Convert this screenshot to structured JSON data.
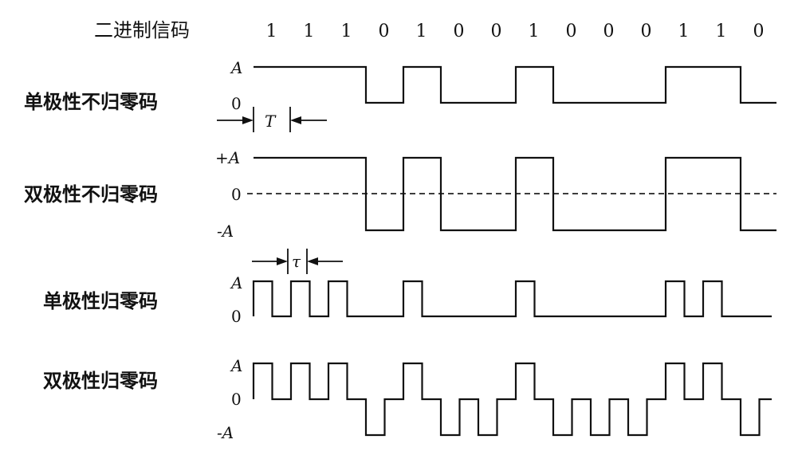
{
  "header": {
    "title": "二进制信码",
    "bits": [
      "1",
      "1",
      "1",
      "0",
      "1",
      "0",
      "0",
      "1",
      "0",
      "0",
      "0",
      "1",
      "1",
      "0"
    ]
  },
  "rows": [
    {
      "key": "unrz",
      "name": "单极性不归零码",
      "levels": {
        "high": "A",
        "zero": "0"
      },
      "period_label": "T"
    },
    {
      "key": "bnrz",
      "name": "双极性不归零码",
      "levels": {
        "high": "+A",
        "zero": "0",
        "low": "-A"
      }
    },
    {
      "key": "urz",
      "name": "单极性归零码",
      "levels": {
        "high": "A",
        "zero": "0"
      },
      "pulse_label": "τ"
    },
    {
      "key": "brz",
      "name": "双极性归零码",
      "levels": {
        "high": "A",
        "zero": "0",
        "low": "-A"
      }
    }
  ]
}
